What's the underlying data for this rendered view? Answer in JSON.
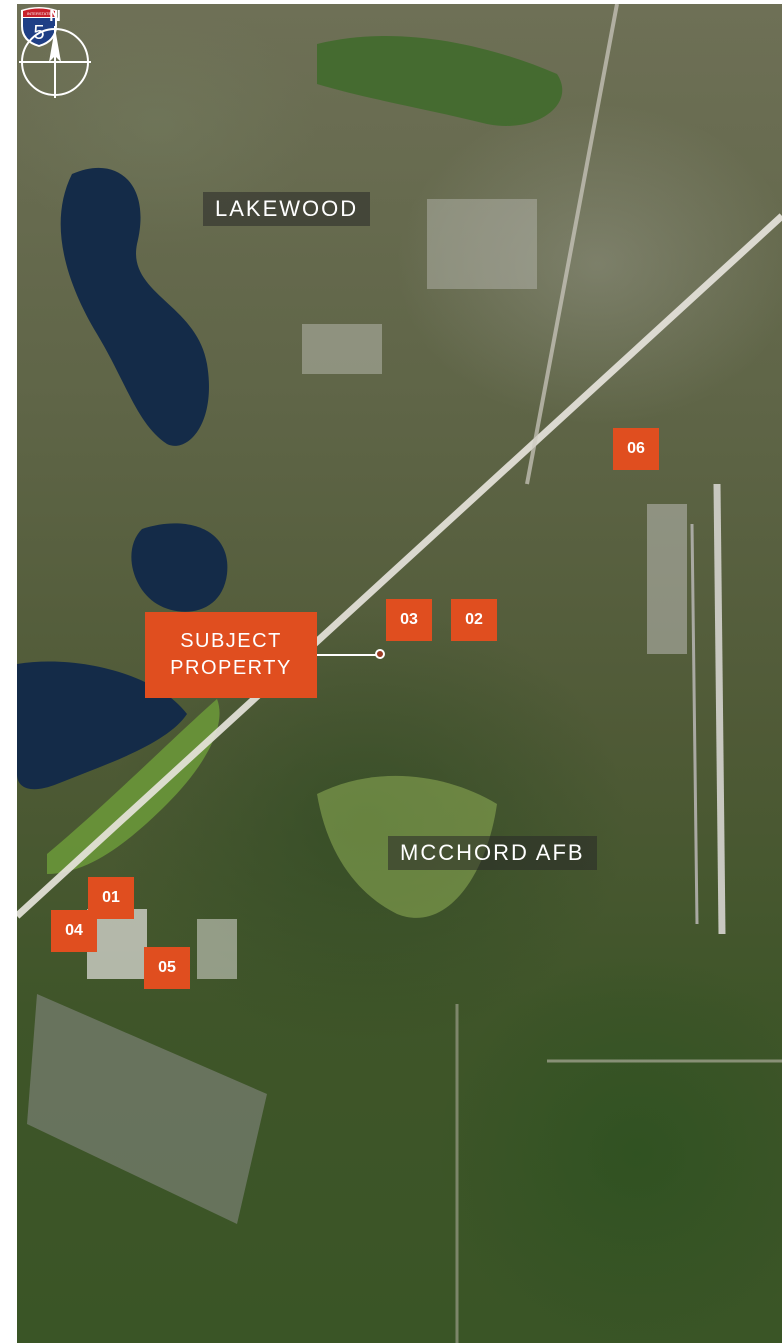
{
  "map": {
    "labels": {
      "lakewood": "LAKEWOOD",
      "mcchord": "MCCHORD AFB"
    },
    "subject_property": {
      "line1": "SUBJECT",
      "line2": "PROPERTY"
    },
    "markers": [
      "01",
      "02",
      "03",
      "04",
      "05",
      "06"
    ],
    "interstate": {
      "top_text": "INTERSTATE",
      "number": "5"
    },
    "compass": {
      "north": "N"
    },
    "colors": {
      "marker": "#e04e1f",
      "water": "#142b48",
      "shield_blue": "#1f3f86",
      "shield_red": "#c8202b"
    }
  }
}
